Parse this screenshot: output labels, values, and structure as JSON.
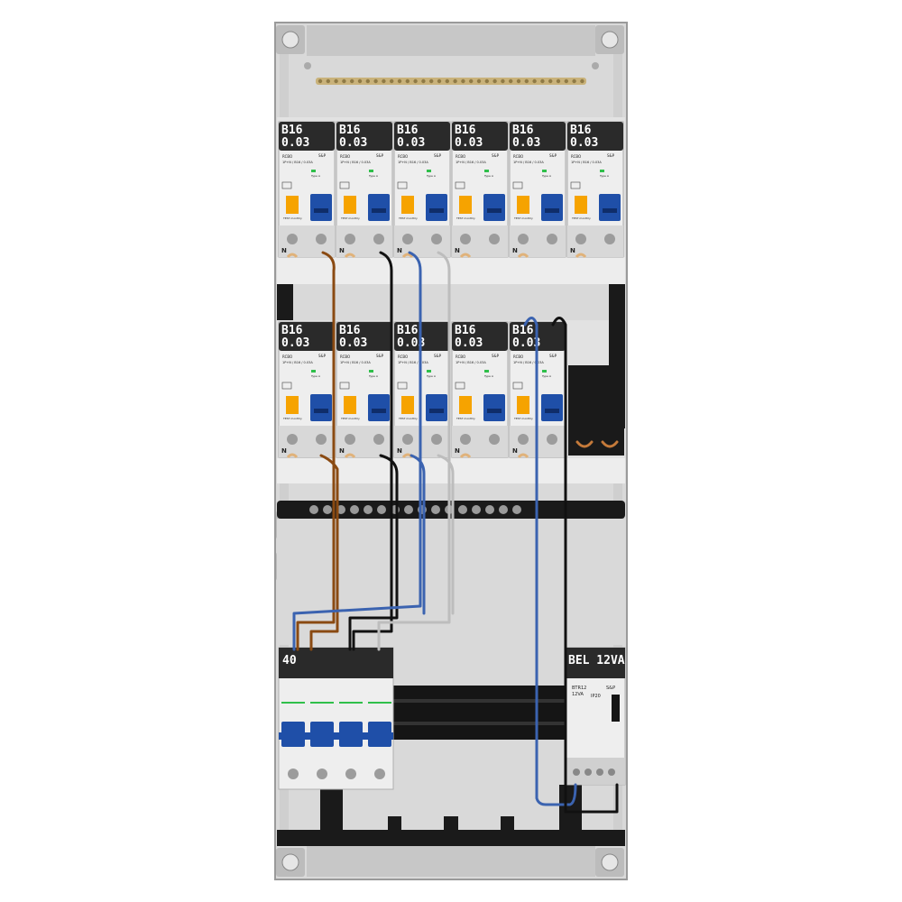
{
  "colors": {
    "enclosure": "#d6d6d6",
    "enclosure_dark": "#bdbdbd",
    "din_rail": "#1a1a1a",
    "device_body": "#eeeeee",
    "device_head": "#2a2a2a",
    "toggle": "#1f4fa8",
    "test_button": "#f6a300",
    "busbar": "#c9b27a",
    "wire_brown": "#8a4a12",
    "wire_black": "#111111",
    "wire_blue": "#3b63b0",
    "wire_grey": "#bdbdbd"
  },
  "rcbo_row_1": [
    {
      "rating": "B16",
      "sensitivity": "0.03",
      "brand": "S&P",
      "type": "RCBO",
      "spec": "1P+N / B16 / 0.03A"
    },
    {
      "rating": "B16",
      "sensitivity": "0.03",
      "brand": "S&P",
      "type": "RCBO",
      "spec": "1P+N / B16 / 0.03A"
    },
    {
      "rating": "B16",
      "sensitivity": "0.03",
      "brand": "S&P",
      "type": "RCBO",
      "spec": "1P+N / B16 / 0.03A"
    },
    {
      "rating": "B16",
      "sensitivity": "0.03",
      "brand": "S&P",
      "type": "RCBO",
      "spec": "1P+N / B16 / 0.03A"
    },
    {
      "rating": "B16",
      "sensitivity": "0.03",
      "brand": "S&P",
      "type": "RCBO",
      "spec": "1P+N / B16 / 0.03A"
    },
    {
      "rating": "B16",
      "sensitivity": "0.03",
      "brand": "S&P",
      "type": "RCBO",
      "spec": "1P+N / B16 / 0.03A"
    }
  ],
  "rcbo_row_2": [
    {
      "rating": "B16",
      "sensitivity": "0.03",
      "brand": "S&P",
      "type": "RCBO",
      "spec": "1P+N / B16 / 0.03A"
    },
    {
      "rating": "B16",
      "sensitivity": "0.03",
      "brand": "S&P",
      "type": "RCBO",
      "spec": "1P+N / B16 / 0.03A"
    },
    {
      "rating": "B16",
      "sensitivity": "0.03",
      "brand": "S&P",
      "type": "RCBO",
      "spec": "1P+N / B16 / 0.03A"
    },
    {
      "rating": "B16",
      "sensitivity": "0.03",
      "brand": "S&P",
      "type": "RCBO",
      "spec": "1P+N / B16 / 0.03A"
    },
    {
      "rating": "B16",
      "sensitivity": "0.03",
      "brand": "S&P",
      "type": "RCBO",
      "spec": "1P+N / B16 / 0.03A"
    }
  ],
  "rcbo_common": {
    "test_label": "TEST monthly",
    "terminal_n": "N",
    "type_a": "Type A"
  },
  "main_switch": {
    "rating": "40",
    "poles": 4
  },
  "bell_transformer": {
    "label": "BEL 12VA",
    "model": "BTR12",
    "power": "12VA",
    "ip": "IP20",
    "brand": "S&P"
  }
}
